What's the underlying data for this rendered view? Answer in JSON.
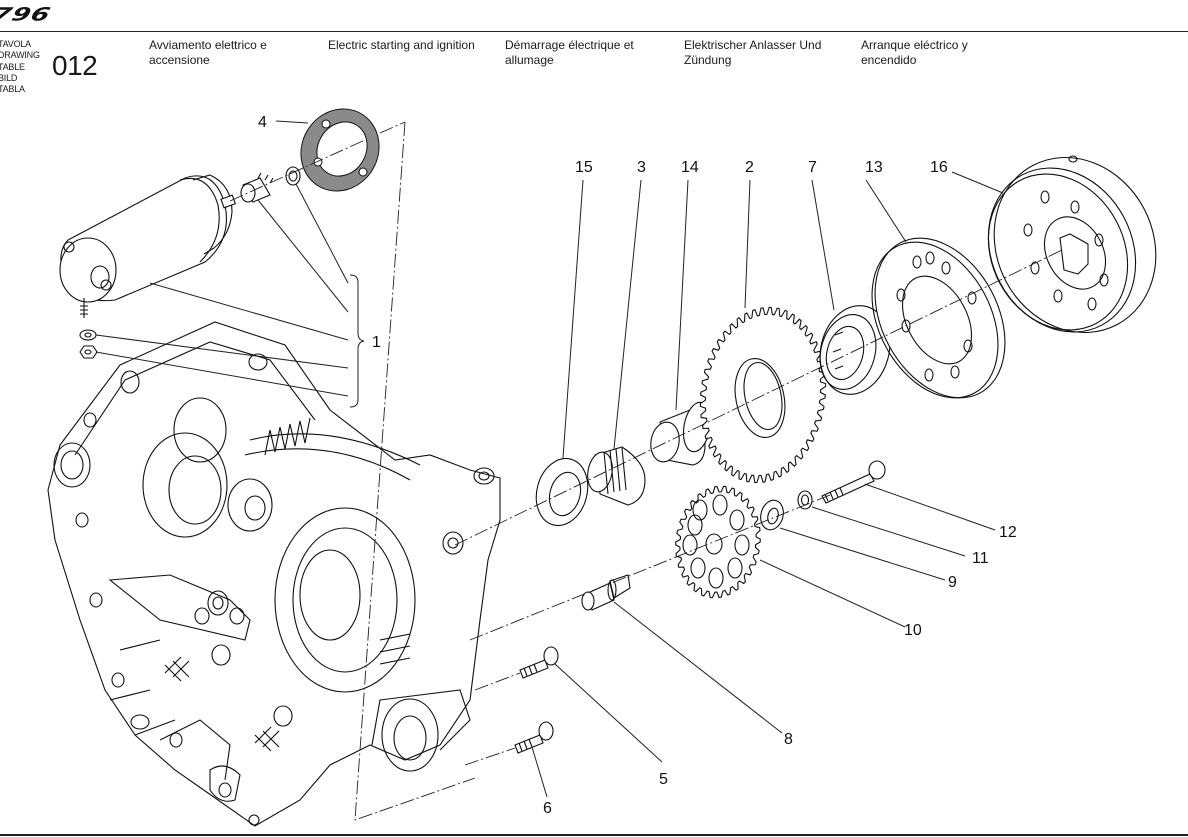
{
  "header": {
    "brand_model": "796",
    "table_labels": [
      "TAVOLA",
      "DRAWING",
      "TABLE",
      "BILD",
      "TABLA"
    ],
    "table_number": "012",
    "titles": [
      {
        "lang": "it",
        "text": "Avviamento elettrico e accensione"
      },
      {
        "lang": "en",
        "text": "Electric starting and ignition"
      },
      {
        "lang": "fr",
        "text": "Démarrage électrique et allumage"
      },
      {
        "lang": "de",
        "text": "Elektrischer Anlasser Und Zündung"
      },
      {
        "lang": "es",
        "text": "Arranque eléctrico y encendido"
      }
    ]
  },
  "diagram": {
    "type": "exploded-parts-view",
    "callouts": {
      "c1": "1",
      "c2": "2",
      "c3": "3",
      "c4": "4",
      "c5": "5",
      "c6": "6",
      "c7": "7",
      "c8": "8",
      "c9": "9",
      "c10": "10",
      "c11": "11",
      "c12": "12",
      "c13": "13",
      "c14": "14",
      "c15": "15",
      "c16": "16"
    },
    "parts": [
      {
        "ref": "1",
        "depicts": "starter motor assembly (motor, pinion, circlip, washer, nut)"
      },
      {
        "ref": "2",
        "depicts": "starter idler gear (large)"
      },
      {
        "ref": "3",
        "depicts": "needle roller bearing"
      },
      {
        "ref": "4",
        "depicts": "gasket / seal ring"
      },
      {
        "ref": "5",
        "depicts": "screw"
      },
      {
        "ref": "6",
        "depicts": "screw"
      },
      {
        "ref": "7",
        "depicts": "freewheel / sprag clutch"
      },
      {
        "ref": "8",
        "depicts": "gear shaft pin"
      },
      {
        "ref": "9",
        "depicts": "washer"
      },
      {
        "ref": "10",
        "depicts": "intermediate gear"
      },
      {
        "ref": "11",
        "depicts": "circlip"
      },
      {
        "ref": "12",
        "depicts": "bolt"
      },
      {
        "ref": "13",
        "depicts": "flywheel hub plate"
      },
      {
        "ref": "14",
        "depicts": "bushing"
      },
      {
        "ref": "15",
        "depicts": "thrust washer"
      },
      {
        "ref": "16",
        "depicts": "flywheel / rotor"
      }
    ],
    "colors": {
      "line": "#222222",
      "gasket_fill": "#8a8a8a",
      "background": "#ffffff"
    }
  }
}
